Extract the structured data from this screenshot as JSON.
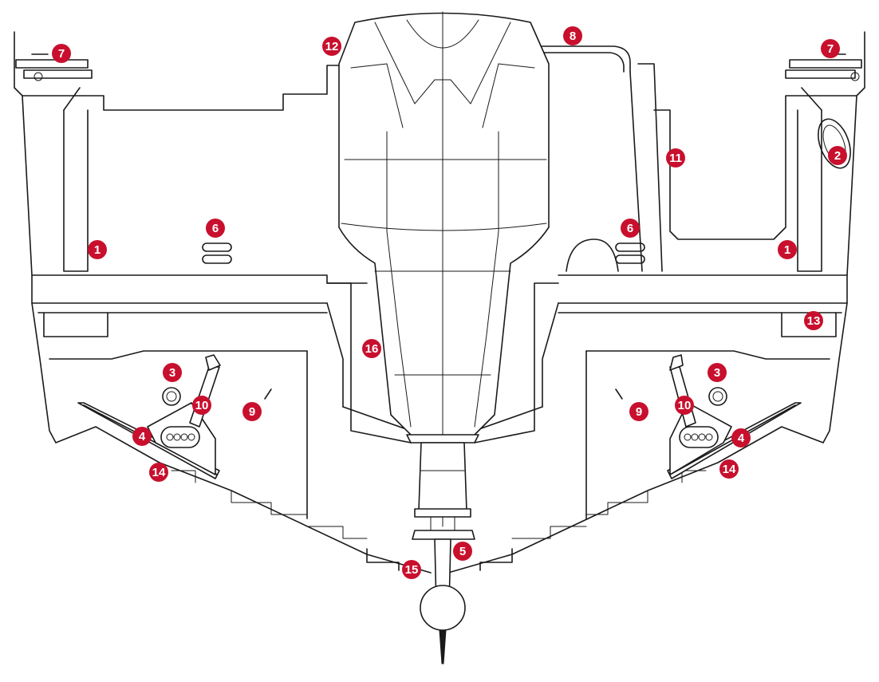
{
  "colors": {
    "callout_fill": "#c8102e",
    "callout_text": "#ffffff",
    "line": "#1a1a1a",
    "background": "#ffffff"
  },
  "callouts": [
    {
      "id": "callout-1-left",
      "label": "1"
    },
    {
      "id": "callout-1-right",
      "label": "1"
    },
    {
      "id": "callout-2",
      "label": "2"
    },
    {
      "id": "callout-3-left",
      "label": "3"
    },
    {
      "id": "callout-3-right",
      "label": "3"
    },
    {
      "id": "callout-4-left",
      "label": "4"
    },
    {
      "id": "callout-4-right",
      "label": "4"
    },
    {
      "id": "callout-5",
      "label": "5"
    },
    {
      "id": "callout-6-left",
      "label": "6"
    },
    {
      "id": "callout-6-right",
      "label": "6"
    },
    {
      "id": "callout-7-left",
      "label": "7"
    },
    {
      "id": "callout-7-right",
      "label": "7"
    },
    {
      "id": "callout-8",
      "label": "8"
    },
    {
      "id": "callout-9-left",
      "label": "9"
    },
    {
      "id": "callout-9-right",
      "label": "9"
    },
    {
      "id": "callout-10-left",
      "label": "10"
    },
    {
      "id": "callout-10-right",
      "label": "10"
    },
    {
      "id": "callout-11",
      "label": "11"
    },
    {
      "id": "callout-12",
      "label": "12"
    },
    {
      "id": "callout-13",
      "label": "13"
    },
    {
      "id": "callout-14-left",
      "label": "14"
    },
    {
      "id": "callout-14-right",
      "label": "14"
    },
    {
      "id": "callout-15",
      "label": "15"
    },
    {
      "id": "callout-16",
      "label": "16"
    }
  ]
}
